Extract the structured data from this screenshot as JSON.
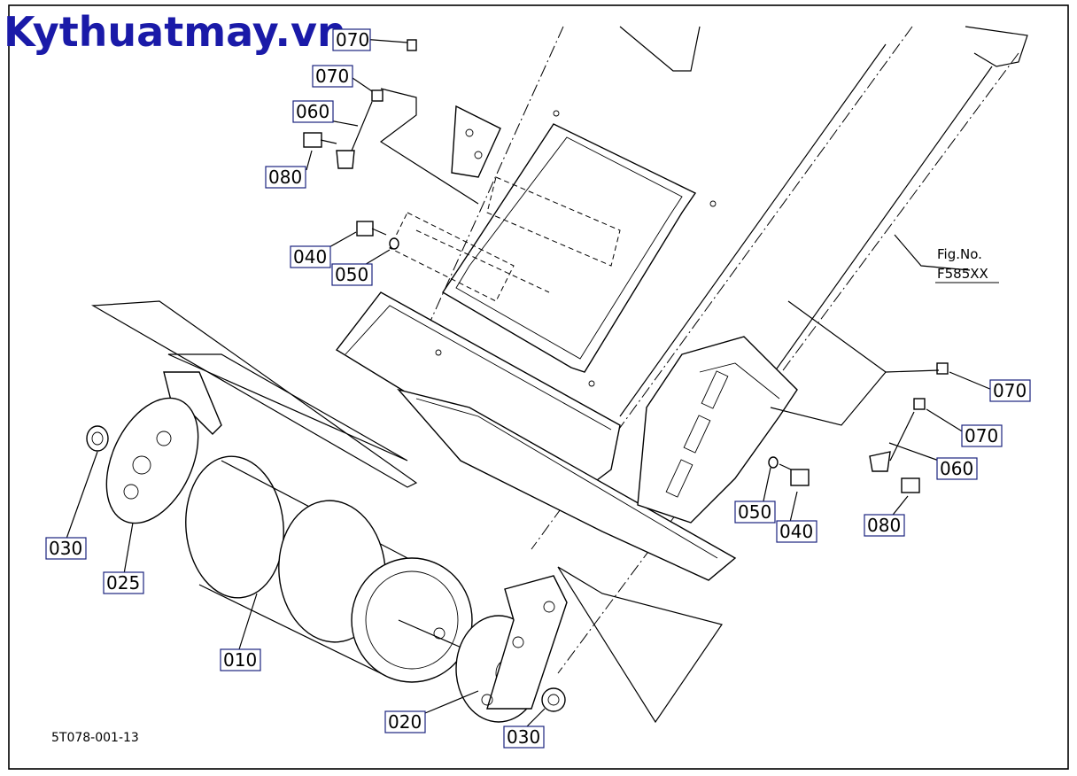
{
  "watermark": "Kythuatmay.vn",
  "figure": {
    "label": "Fig.No.",
    "number": "F585XX"
  },
  "drawing_code": "5T078-001-13",
  "callouts": {
    "c070_top": "070",
    "c070_a": "070",
    "c060_a": "060",
    "c080_a": "080",
    "c040_a": "040",
    "c050_a": "050",
    "c070_b": "070",
    "c070_c": "070",
    "c060_b": "060",
    "c080_b": "080",
    "c050_b": "050",
    "c040_b": "040",
    "c030_a": "030",
    "c025": "025",
    "c010": "010",
    "c020": "020",
    "c030_b": "030"
  },
  "colors": {
    "watermark": "#1a1aa8",
    "callout_border": "#1a237e"
  }
}
